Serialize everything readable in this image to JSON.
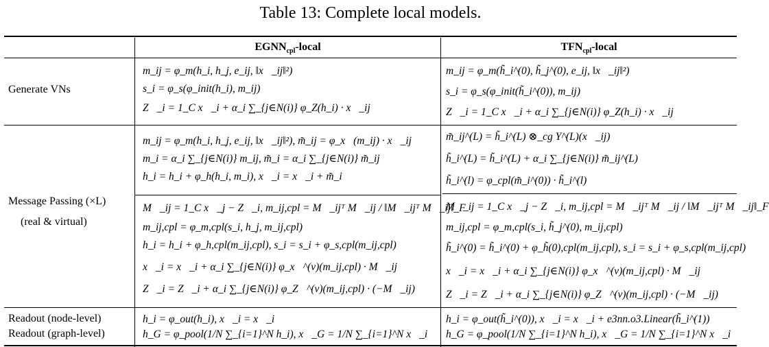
{
  "caption": "Table 13: Complete local models.",
  "headers": {
    "col1": "EGNN",
    "col1_sub": "cpl",
    "col1_suffix": "-local",
    "col2": "TFN",
    "col2_sub": "cpl",
    "col2_suffix": "-local"
  },
  "rows": {
    "generate": "Generate VNs",
    "message_passing": "Message Passing (×L)",
    "real_virtual": "(real & virtual)",
    "readout_node": "Readout (node-level)",
    "readout_graph": "Readout (graph-level)"
  },
  "egnn": {
    "gen": [
      "m_ij = φ_m(h_i, h_j, e_ij, ‖x⃗_ij‖²)",
      "s_i = φ_s(φ_init(h_i), m_ij)",
      "Z⃗_i = 1_C x⃗_i + α_i ∑_{j∈N(i)} φ_Z(h_i) · x⃗_ij"
    ],
    "mp_real": [
      "m_ij = φ_m(h_i, h_j, e_ij, ‖x⃗_ij‖²), m̃_ij = φ_x⃗(m_ij) · x⃗_ij",
      "m_i = α_i ∑_{j∈N(i)} m_ij, m̃_i = α_i ∑_{j∈N(i)} m̃_ij",
      "h_i = h_i + φ_h(h_i, m_i), x⃗_i = x⃗_i + m̃_i"
    ],
    "mp_virtual": [
      "M⃗_ij = 1_C x⃗_j − Z⃗_i, m_ij,cpl = M⃗_ijᵀ M⃗_ij / ‖M⃗_ijᵀ M⃗_ij‖_F",
      "m_ij,cpl = φ_m,cpl(s_i, h_j, m_ij,cpl)",
      "h_i = h_i + φ_h,cpl(m_ij,cpl), s_i = s_i + φ_s,cpl(m_ij,cpl)",
      "x⃗_i = x⃗_i + α_i ∑_{j∈N(i)} φ_x⃗^(v)(m_ij,cpl) · M⃗_ij",
      "Z⃗_i = Z⃗_i + α_i ∑_{j∈N(i)} φ_Z⃗^(v)(m_ij,cpl) · (−M⃗_ij)"
    ],
    "readout": [
      "h_i = φ_out(h_i), x⃗_i = x⃗_i",
      "h_G = φ_pool(1/N ∑_{i=1}^N h_i), x⃗_G = 1/N ∑_{i=1}^N x⃗_i"
    ]
  },
  "tfn": {
    "gen": [
      "m_ij = φ_m(h̃_i^(0), h̃_j^(0), e_ij, ‖x⃗_ij‖²)",
      "s_i = φ_s(φ_init(h̃_i^(0)), m_ij)",
      "Z⃗_i = 1_C x⃗_i + α_i ∑_{j∈N(i)} φ_Z(h_i) · x⃗_ij"
    ],
    "mp_real": [
      "m̃_ij^(L) = h̃_i^(L) ⊗_cg Y^(L)(x⃗_ij)",
      "h̃_i^(L) = h̃_i^(L) + α_i ∑_{j∈N(i)} m̃_ij^(L)",
      "h̃_i^(l) = φ_cpl(m̃_i^(0)) · h̃_i^(l)"
    ],
    "mp_virtual": [
      "M⃗_ij = 1_C x⃗_j − Z⃗_i, m_ij,cpl = M⃗_ijᵀ M⃗_ij / ‖M⃗_ijᵀ M⃗_ij‖_F",
      "m_ij,cpl = φ_m,cpl(s_i, h̃_j^(0), m_ij,cpl)",
      "h̃_i^(0) = h̃_i^(0) + φ_h̃(0),cpl(m_ij,cpl), s_i = s_i + φ_s,cpl(m_ij,cpl)",
      "x⃗_i = x⃗_i + α_i ∑_{j∈N(i)} φ_x⃗^(v)(m_ij,cpl) · M⃗_ij",
      "Z⃗_i = Z⃗_i + α_i ∑_{j∈N(i)} φ_Z⃗^(v)(m_ij,cpl) · (−M⃗_ij)"
    ],
    "readout": [
      "h_i = φ_out(h̃_i^(0)), x⃗_i = x⃗_i + e3nn.o3.Linear(h̃_i^(1))",
      "h_G = φ_pool(1/N ∑_{i=1}^N h_i), x⃗_G = 1/N ∑_{i=1}^N x⃗_i"
    ]
  }
}
